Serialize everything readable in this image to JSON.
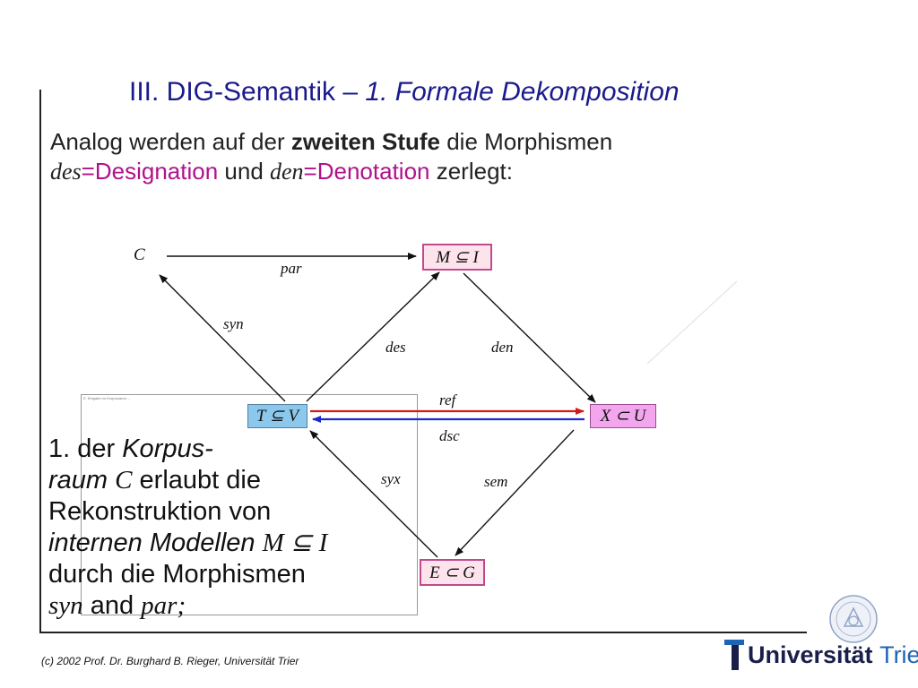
{
  "slide": {
    "title_main": "III. DIG-Semantik – ",
    "title_italic": "1. Formale Dekomposition",
    "intro": {
      "l1_a": "Analog werden auf der ",
      "l1_bold": "zweiten Stufe",
      "l1_b": " die Morphismen",
      "l2_des": "des",
      "l2_eq1": "=",
      "l2_designation": "Designation",
      "l2_und": " und ",
      "l2_den": "den",
      "l2_eq2": "=",
      "l2_denotation": "Denotation",
      "l2_end": " zerlegt:"
    },
    "inset_caption": "E. Eingabe im Korpusraum ..."
  },
  "diagram": {
    "nodes": {
      "c": "C",
      "m": "M ⊆ I",
      "t": "T ⊆ V",
      "x": "X ⊂ U",
      "e": "E ⊂ G"
    },
    "edges": {
      "par": "par",
      "syn": "syn",
      "des": "des",
      "den": "den",
      "ref": "ref",
      "dsc": "dsc",
      "syx": "syx",
      "sem": "sem"
    },
    "colors": {
      "ref_arrow": "#d01c1c",
      "dsc_arrow": "#1c2bc8",
      "default_arrow": "#111111"
    }
  },
  "body": {
    "l1_a": "1. der ",
    "l1_it": "Korpus-",
    "l2_it": "raum ",
    "l2_c": "C",
    "l2_b": " erlaubt die",
    "l3": "Rekonstruktion von",
    "l4_it": "internen Modellen ",
    "l4_m": "M ⊆ I",
    "l5": "durch die Morphismen",
    "l6_syn": "syn",
    "l6_and": " and ",
    "l6_par": "par;"
  },
  "footer": {
    "credit": "(c) 2002  Prof. Dr. Burghard B. Rieger, Universität Trier",
    "logo_word": "Universität",
    "logo_city": "Trier",
    "logo_icon": "university-bar-icon",
    "seal_icon": "university-seal-icon"
  }
}
